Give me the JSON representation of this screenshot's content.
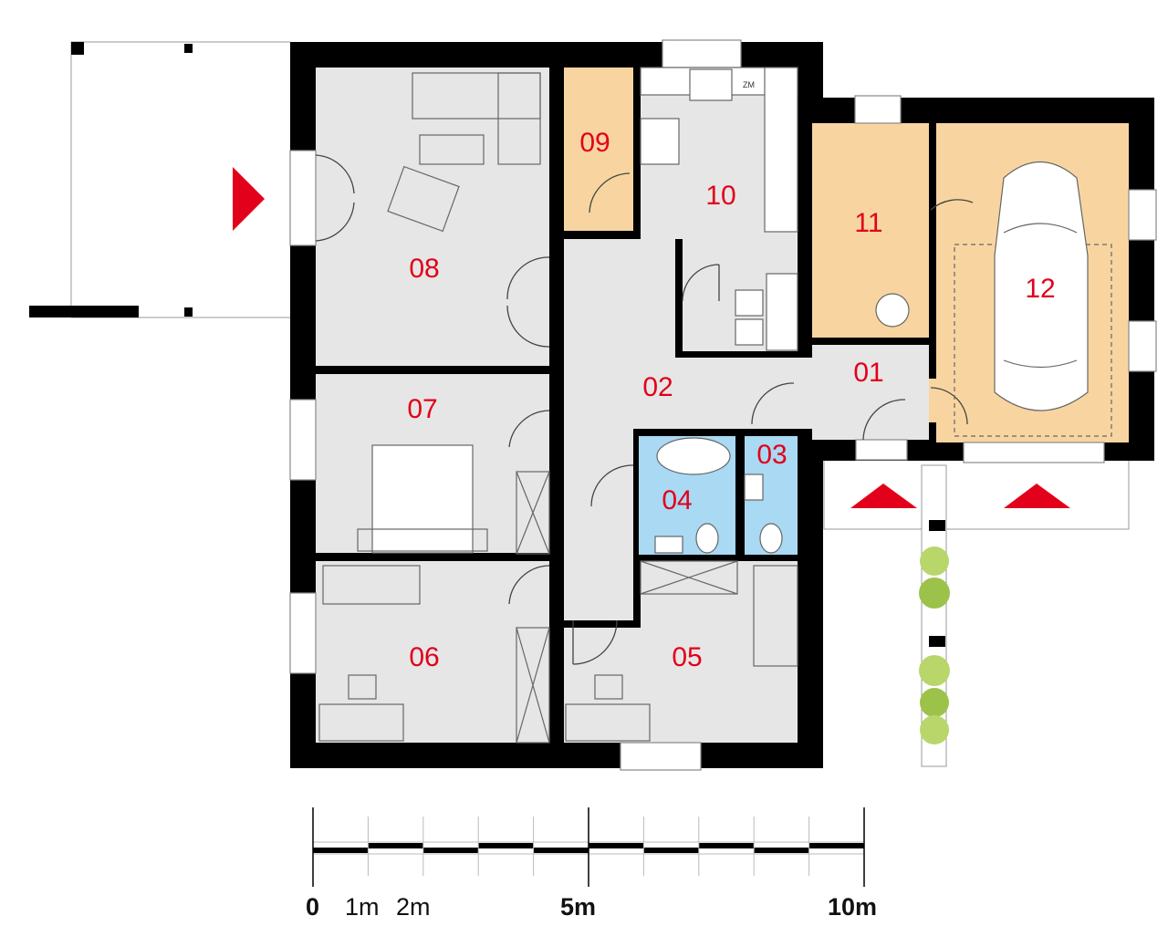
{
  "colors": {
    "wall": "#000000",
    "room_gray": "#e6e6e6",
    "room_orange": "#f8d5a0",
    "room_blue": "#a9d9f3",
    "label": "#e2001a",
    "entrance_arrow": "#e2001a"
  },
  "rooms": [
    {
      "id": "01"
    },
    {
      "id": "02"
    },
    {
      "id": "03"
    },
    {
      "id": "04"
    },
    {
      "id": "05"
    },
    {
      "id": "06"
    },
    {
      "id": "07"
    },
    {
      "id": "08"
    },
    {
      "id": "09"
    },
    {
      "id": "10"
    },
    {
      "id": "11"
    },
    {
      "id": "12"
    }
  ],
  "kitchen": {
    "appliance_label": "ZM"
  },
  "scale": {
    "labels": [
      "0",
      "1m",
      "2m",
      "5m",
      "10m"
    ],
    "max_m": 10
  }
}
